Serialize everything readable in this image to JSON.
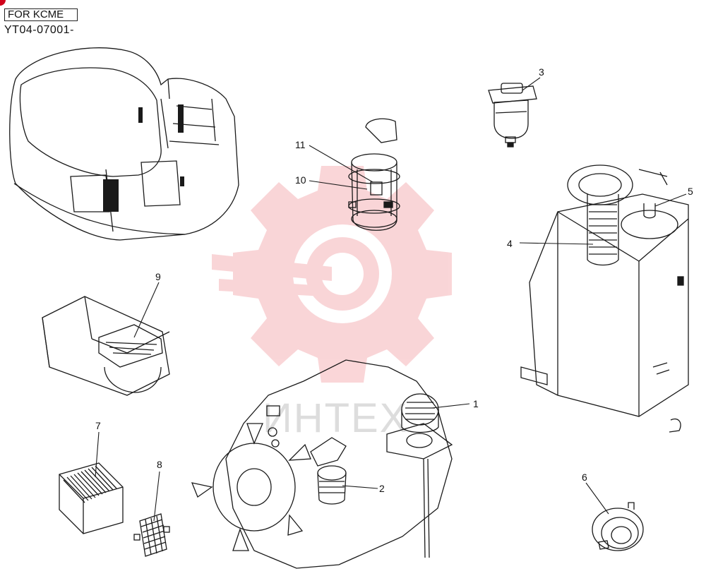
{
  "header": {
    "variant_label": "FOR KCME",
    "serial_code": "YT04-07001-"
  },
  "watermark": {
    "text": "ИНТЕХ",
    "color": "#e8454f"
  },
  "callouts": [
    {
      "id": "c1",
      "number": "1"
    },
    {
      "id": "c2",
      "number": "2"
    },
    {
      "id": "c3",
      "number": "3"
    },
    {
      "id": "c4",
      "number": "4"
    },
    {
      "id": "c5",
      "number": "5"
    },
    {
      "id": "c6",
      "number": "6"
    },
    {
      "id": "c7",
      "number": "7"
    },
    {
      "id": "c8",
      "number": "8"
    },
    {
      "id": "c9",
      "number": "9"
    },
    {
      "id": "c10",
      "number": "10"
    },
    {
      "id": "c11",
      "number": "11"
    }
  ],
  "colors": {
    "line": "#1a1a1a",
    "watermark": "#e8454f",
    "corner": "#d0021b"
  }
}
